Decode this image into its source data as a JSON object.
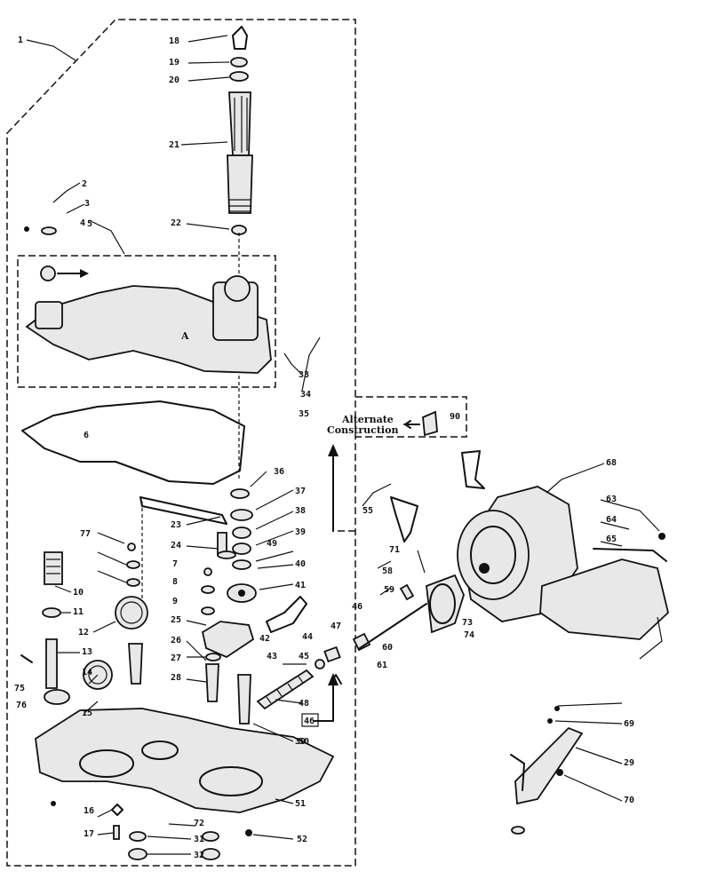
{
  "diagram": {
    "callout_text": "Alternate Construction",
    "callout_line1": "Alternate",
    "callout_line2": "Construction",
    "boxed_ref_a": "46",
    "boxed_ref_b": "40",
    "assembly_letter": "A"
  },
  "labels": [
    {
      "id": "1",
      "text": "1"
    },
    {
      "id": "2",
      "text": "2"
    },
    {
      "id": "3",
      "text": "3"
    },
    {
      "id": "4",
      "text": "4"
    },
    {
      "id": "5",
      "text": "5"
    },
    {
      "id": "6",
      "text": "6"
    },
    {
      "id": "7",
      "text": "7"
    },
    {
      "id": "8",
      "text": "8"
    },
    {
      "id": "9",
      "text": "9"
    },
    {
      "id": "10",
      "text": "10"
    },
    {
      "id": "11",
      "text": "11"
    },
    {
      "id": "12",
      "text": "12"
    },
    {
      "id": "13",
      "text": "13"
    },
    {
      "id": "14",
      "text": "14"
    },
    {
      "id": "15",
      "text": "15"
    },
    {
      "id": "16",
      "text": "16"
    },
    {
      "id": "17",
      "text": "17"
    },
    {
      "id": "18",
      "text": "18"
    },
    {
      "id": "19",
      "text": "19"
    },
    {
      "id": "20",
      "text": "20"
    },
    {
      "id": "21",
      "text": "21"
    },
    {
      "id": "22",
      "text": "22"
    },
    {
      "id": "23",
      "text": "23"
    },
    {
      "id": "24",
      "text": "24"
    },
    {
      "id": "25",
      "text": "25"
    },
    {
      "id": "26",
      "text": "26"
    },
    {
      "id": "27",
      "text": "27"
    },
    {
      "id": "28",
      "text": "28"
    },
    {
      "id": "29",
      "text": "29"
    },
    {
      "id": "30",
      "text": "30"
    },
    {
      "id": "31",
      "text": "31"
    },
    {
      "id": "32",
      "text": "32"
    },
    {
      "id": "33",
      "text": "33"
    },
    {
      "id": "34",
      "text": "34"
    },
    {
      "id": "35",
      "text": "35"
    },
    {
      "id": "36",
      "text": "36"
    },
    {
      "id": "37",
      "text": "37"
    },
    {
      "id": "38",
      "text": "38"
    },
    {
      "id": "39",
      "text": "39"
    },
    {
      "id": "40",
      "text": "40"
    },
    {
      "id": "41",
      "text": "41"
    },
    {
      "id": "42",
      "text": "42"
    },
    {
      "id": "43",
      "text": "43"
    },
    {
      "id": "44",
      "text": "44"
    },
    {
      "id": "45",
      "text": "45"
    },
    {
      "id": "46",
      "text": "46"
    },
    {
      "id": "47",
      "text": "47"
    },
    {
      "id": "48",
      "text": "48"
    },
    {
      "id": "49",
      "text": "49"
    },
    {
      "id": "50",
      "text": "50"
    },
    {
      "id": "51",
      "text": "51"
    },
    {
      "id": "52",
      "text": "52"
    },
    {
      "id": "55",
      "text": "55"
    },
    {
      "id": "58",
      "text": "58"
    },
    {
      "id": "59",
      "text": "59"
    },
    {
      "id": "60",
      "text": "60"
    },
    {
      "id": "61",
      "text": "61"
    },
    {
      "id": "63",
      "text": "63"
    },
    {
      "id": "64",
      "text": "64"
    },
    {
      "id": "65",
      "text": "65"
    },
    {
      "id": "68",
      "text": "68"
    },
    {
      "id": "69",
      "text": "69"
    },
    {
      "id": "70",
      "text": "70"
    },
    {
      "id": "71",
      "text": "71"
    },
    {
      "id": "72",
      "text": "72"
    },
    {
      "id": "73",
      "text": "73"
    },
    {
      "id": "74",
      "text": "74"
    },
    {
      "id": "75",
      "text": "75"
    },
    {
      "id": "76",
      "text": "76"
    },
    {
      "id": "77",
      "text": "77"
    },
    {
      "id": "90",
      "text": "90"
    }
  ]
}
